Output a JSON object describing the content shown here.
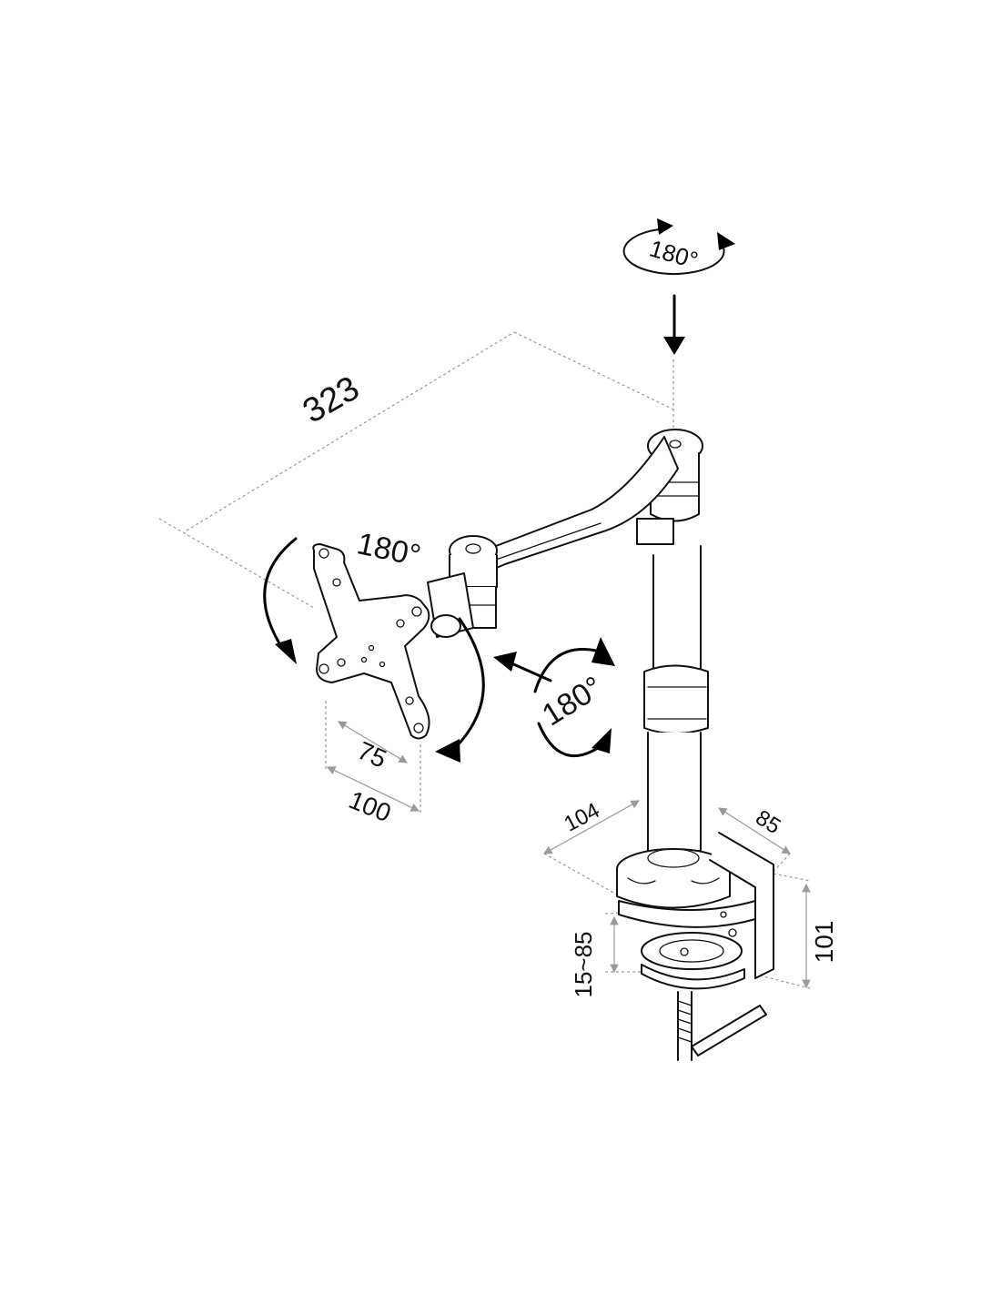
{
  "labels": {
    "top_rotation": "180°",
    "arm_length": "323",
    "tilt": "180°",
    "swivel": "180°",
    "vesa_inner": "75",
    "vesa_outer": "100",
    "base_depth": "104",
    "base_width": "85",
    "clamp_range": "15~85",
    "clamp_height": "101"
  },
  "colors": {
    "line": "#111111",
    "dimension": "#9a9a9a",
    "background": "#ffffff"
  }
}
